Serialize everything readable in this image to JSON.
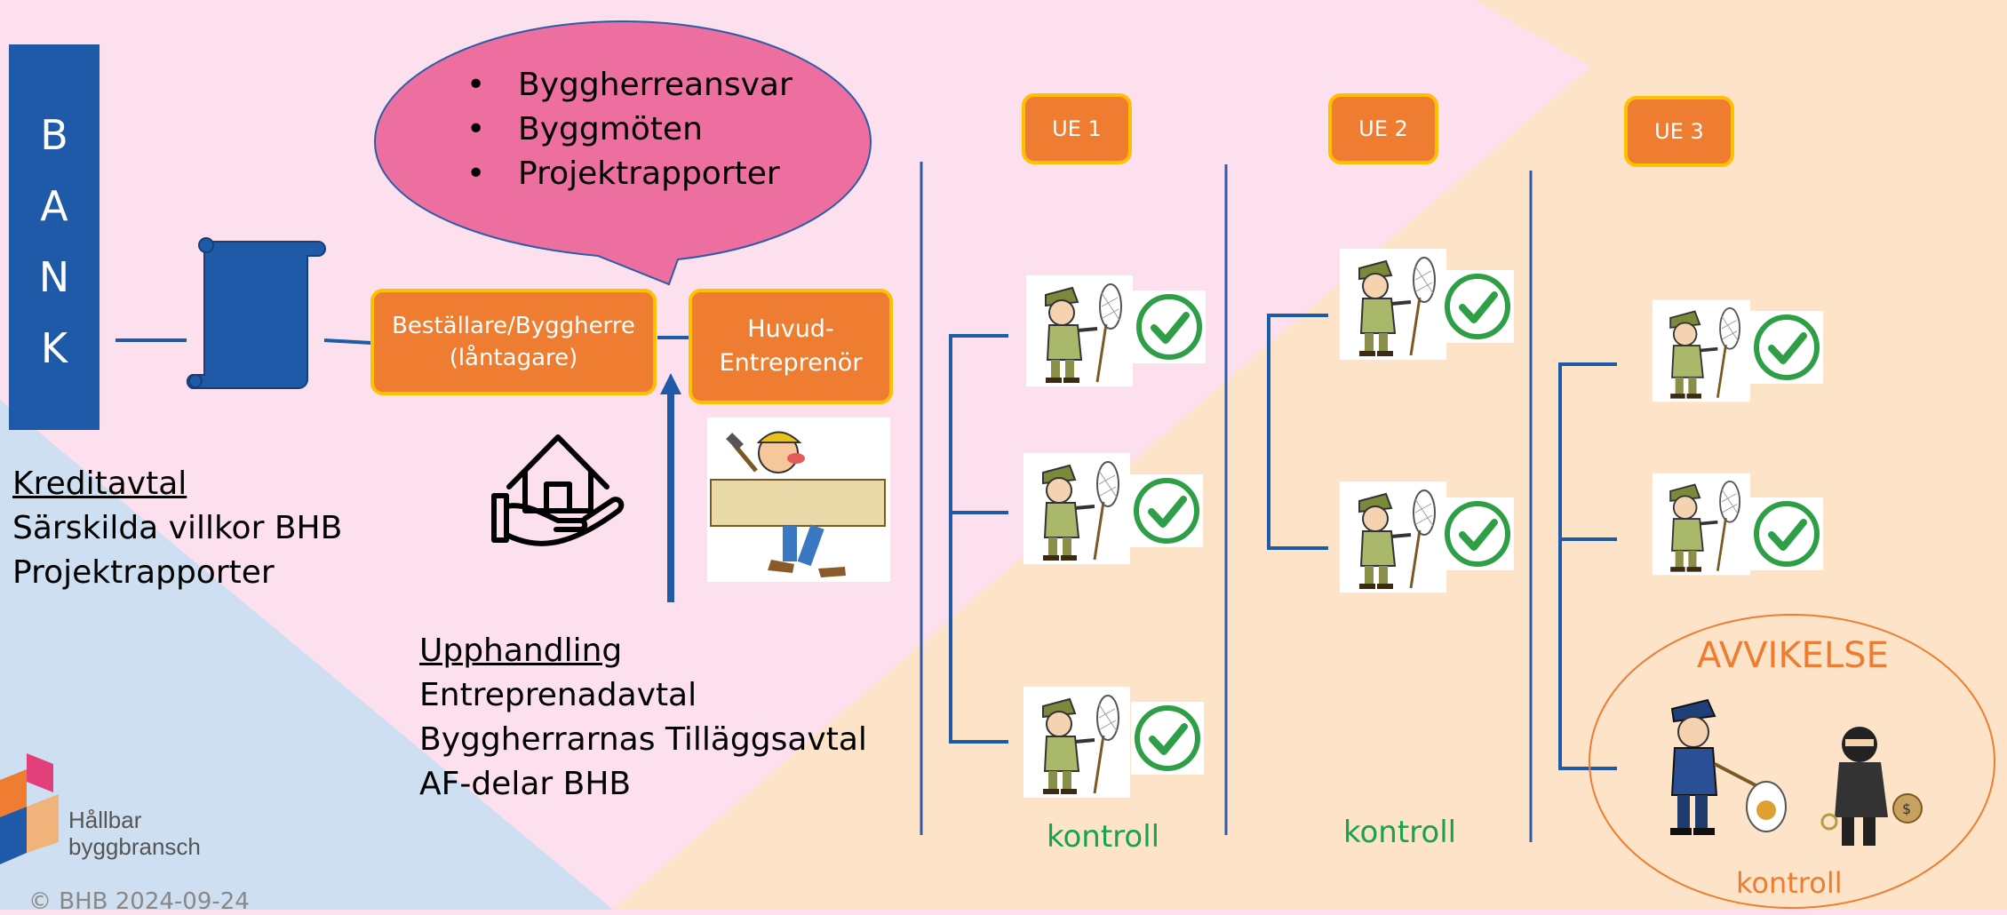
{
  "bank": {
    "letters": [
      "B",
      "A",
      "N",
      "K"
    ]
  },
  "bubble": {
    "items": [
      "Byggherreansvar",
      "Byggmöten",
      "Projektrapporter"
    ]
  },
  "boxes": {
    "bestallare_line1": "Beställare/Byggherre",
    "bestallare_line2": "(låntagare)",
    "huvud_line1": "Huvud-",
    "huvud_line2": "Entreprenör",
    "ue1": "UE 1",
    "ue2": "UE 2",
    "ue3": "UE 3"
  },
  "left_text": {
    "title": "Kreditavtal",
    "line1": "Särskilda villkor BHB",
    "line2": "Projektrapporter"
  },
  "mid_text": {
    "title": "Upphandling",
    "line1": "Entreprenadavtal",
    "line2": "Byggherrarnas Tilläggsavtal",
    "line3": "AF-delar BHB"
  },
  "kontroll": {
    "k1": "kontroll",
    "k2": "kontroll",
    "k3": "kontroll"
  },
  "avvikelse": "AVVIKELSE",
  "logo": {
    "line1": "Hållbar",
    "line2": "byggbransch"
  },
  "copyright": "© BHB 2024-09-24",
  "icons": [
    "contract-scroll-icon",
    "house-in-hand-icon",
    "carpenter-icon",
    "inspector-with-net-icon",
    "green-check-icon",
    "police-officer-icon",
    "burglar-icon",
    "bhb-logo-icon"
  ],
  "colors": {
    "bank_blue": "#1e5aa8",
    "box_orange": "#ee7d31",
    "box_border": "#ffc000",
    "bubble_pink": "#ec6fa0",
    "kontroll_green": "#16a34a",
    "avvikelse_orange": "#ee7d31",
    "bg_pink": "#fde0ee",
    "bg_peach": "#fde3c8",
    "bg_blue": "#cddff0"
  }
}
